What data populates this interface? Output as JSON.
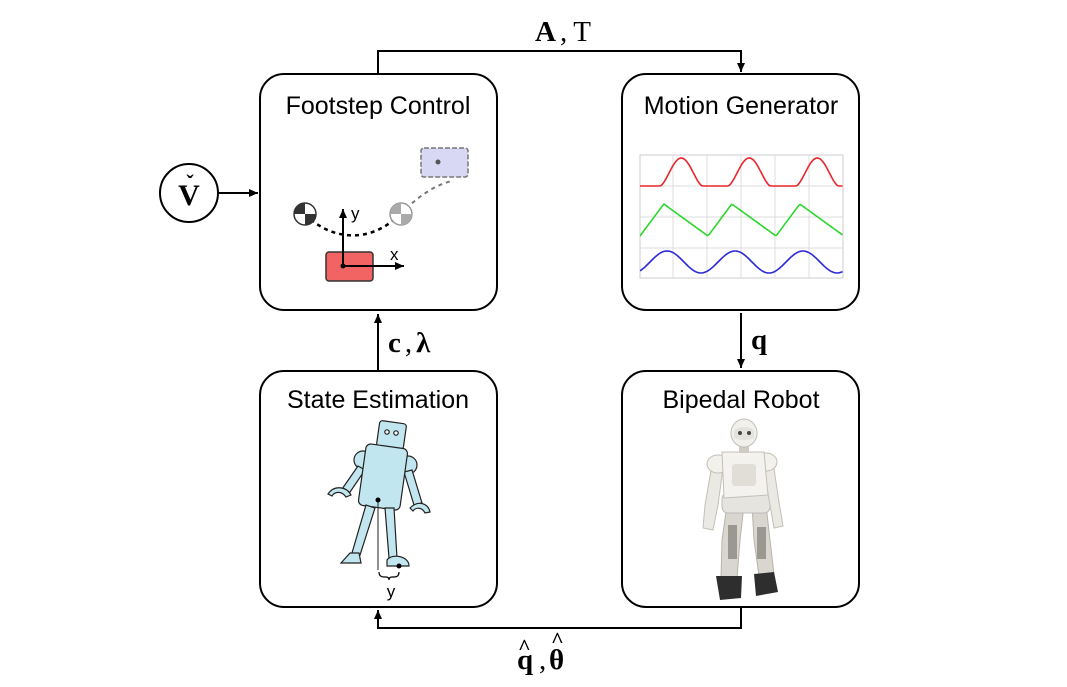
{
  "blocks": {
    "footstep_control": {
      "title": "Footstep Control"
    },
    "motion_generator": {
      "title": "Motion Generator"
    },
    "state_estimation": {
      "title": "State Estimation"
    },
    "bipedal_robot": {
      "title": "Bipedal Robot"
    }
  },
  "input": {
    "symbol": "V",
    "accent": "ˇ"
  },
  "edges": {
    "top": {
      "bold_part": "A",
      "separator": ",",
      "normal_part": "T"
    },
    "right": {
      "label": "q"
    },
    "left": {
      "bold_part": "c",
      "separator": ",",
      "greek_part": "λ"
    },
    "bottom": {
      "first": "q",
      "separator": ",",
      "second": "θ",
      "accent": "^"
    }
  },
  "footstep_axes": {
    "x_label": "x",
    "y_label": "y"
  },
  "state_estimation_marker": {
    "label": "y"
  },
  "waveform_colors": {
    "top": "#e8262b",
    "middle": "#2bd72b",
    "bottom": "#2b2bd7"
  },
  "colors": {
    "current_foot": "#f26464",
    "target_foot": "#d8d8f5",
    "robot_sketch": "#c2e6ef"
  }
}
